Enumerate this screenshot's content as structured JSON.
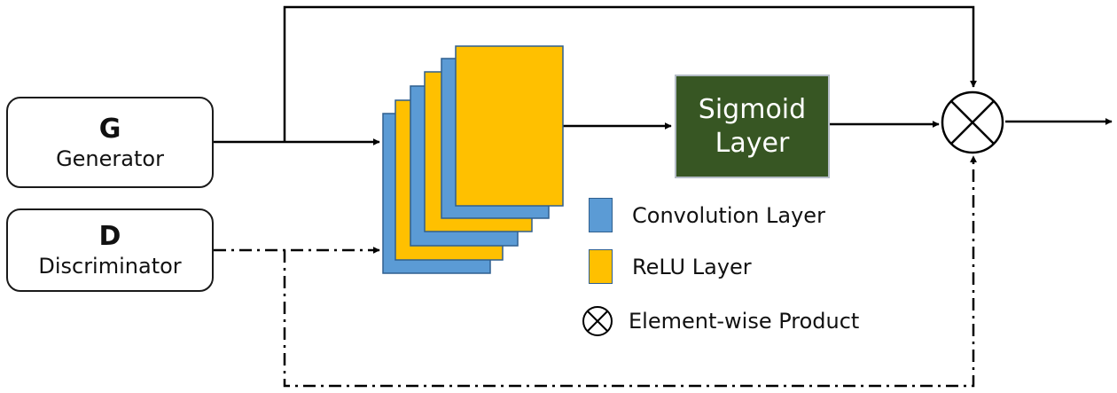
{
  "nodes": {
    "generator": {
      "letter": "G",
      "label": "Generator"
    },
    "discriminator": {
      "letter": "D",
      "label": "Discriminator"
    },
    "sigmoid": {
      "line1": "Sigmoid",
      "line2": "Layer"
    }
  },
  "legend": {
    "convolution": "Convolution Layer",
    "relu": "ReLU Layer",
    "product": "Element-wise Product"
  },
  "colors": {
    "convolution": "#5b9bd5",
    "relu": "#ffc000",
    "sigmoid": "#375623",
    "line": "#000000"
  },
  "icons": {
    "product": "circled-times-icon"
  }
}
